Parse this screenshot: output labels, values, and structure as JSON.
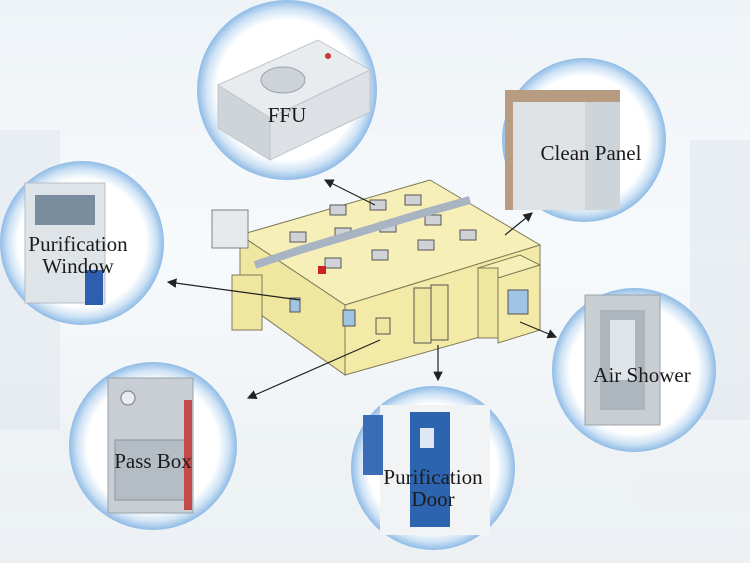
{
  "labels": {
    "ffu": "FFU",
    "clean_panel": "Clean Panel",
    "purification_window": [
      "Purification",
      "Window"
    ],
    "air_shower": "Air Shower",
    "pass_box": "Pass Box",
    "purification_door": [
      "Purification",
      "Door"
    ]
  },
  "colors": {
    "circle_glow": "#9fc6ea",
    "room_panel": "#f1eaa8",
    "duct": "#a9b4c2",
    "door": "#2d64b0",
    "arrow": "#222222"
  }
}
